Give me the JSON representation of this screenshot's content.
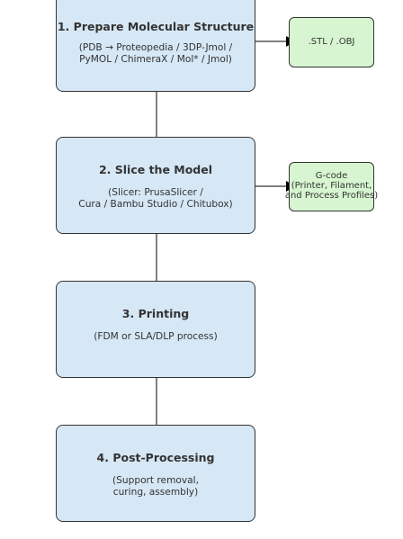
{
  "steps": [
    {
      "title": "1. Prepare Molecular Structure",
      "subtitle_lines": [
        "(PDB → Proteopedia / 3DP-Jmol /",
        "PyMOL / ChimeraX / Mol* / Jmol)"
      ]
    },
    {
      "title": "2. Slice the Model",
      "subtitle_lines": [
        "(Slicer: PrusaSlicer /",
        "Cura / Bambu Studio / Chitubox)"
      ]
    },
    {
      "title": "3. Printing",
      "subtitle_lines": [
        "(FDM or SLA/DLP process)"
      ]
    },
    {
      "title": "4. Post-Processing",
      "subtitle_lines": [
        "(Support removal,",
        "curing, assembly)"
      ]
    }
  ],
  "outputs": {
    "model_file": {
      "label": ".STL / .OBJ"
    },
    "gcode": {
      "lines": [
        "G-code",
        "(Printer, Filament,",
        "and Process Profiles)"
      ]
    }
  },
  "colors": {
    "step_fill": "#d6e7f5",
    "output_fill": "#d6f5d0",
    "stroke": "#333333",
    "arrow": "#000000"
  }
}
